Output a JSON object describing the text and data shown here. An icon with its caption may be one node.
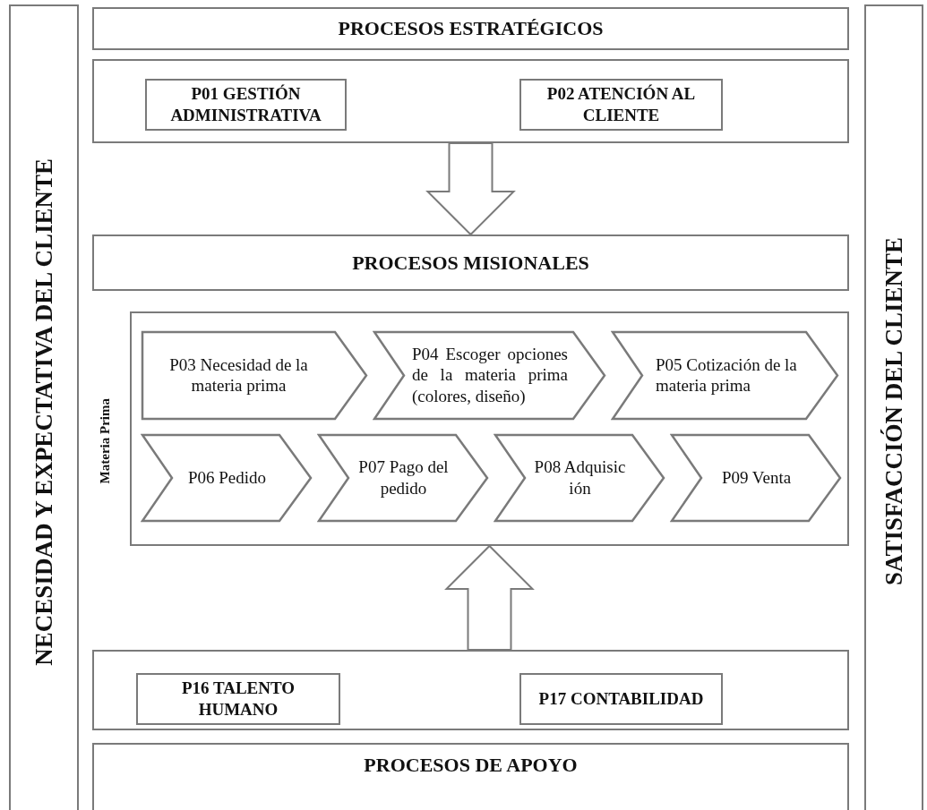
{
  "diagram": {
    "nodes": [
      {
        "text": [
          "NECESIDAD Y EXPECTATIVA DEL CLIENTE"
        ]
      },
      {
        "text": [
          "SATISFACCIÓN DEL CLIENTE"
        ]
      },
      {
        "text": [
          "PROCESOS ESTRATÉGICOS"
        ]
      },
      {
        "text": [],
        "shape": "box"
      },
      {
        "text": [
          "P01 GESTIÓN ADMINISTRATIVA"
        ],
        "in": 3
      },
      {
        "text": [
          "P02 ATENCIÓN AL CLIENTE"
        ],
        "in": 3
      },
      {
        "text": [
          "PROCESOS MISIONALES"
        ]
      },
      {
        "text": [
          "Materia Prima"
        ]
      },
      {
        "text": [
          "P03 Necesidad de la materia prima"
        ],
        "in": 7
      },
      {
        "text": [
          "P04 Escoger opciones de la materia prima (colores, diseño)"
        ],
        "in": 7
      },
      {
        "text": [
          "P05 Cotización de la materia prima"
        ],
        "in": 7
      },
      {
        "text": [
          "P06 Pedido"
        ],
        "in": 7
      },
      {
        "text": [
          "P07 Pago del pedido"
        ],
        "in": 7
      },
      {
        "text": [
          "P08 Adquisic ión"
        ],
        "in": 7
      },
      {
        "text": [
          "P09 Venta"
        ],
        "in": 7
      },
      {
        "text": [],
        "shape": "box"
      },
      {
        "text": [
          "P16 TALENTO HUMANO"
        ],
        "in": 15
      },
      {
        "text": [
          "P17 CONTABILIDAD"
        ],
        "in": 15
      },
      {
        "text": [
          "PROCESOS DE APOYO"
        ]
      }
    ],
    "edges": [
      {
        "from": 3,
        "to": 6,
        "arrow": "to"
      },
      {
        "from": 15,
        "to": 7,
        "arrow": "to"
      }
    ]
  }
}
